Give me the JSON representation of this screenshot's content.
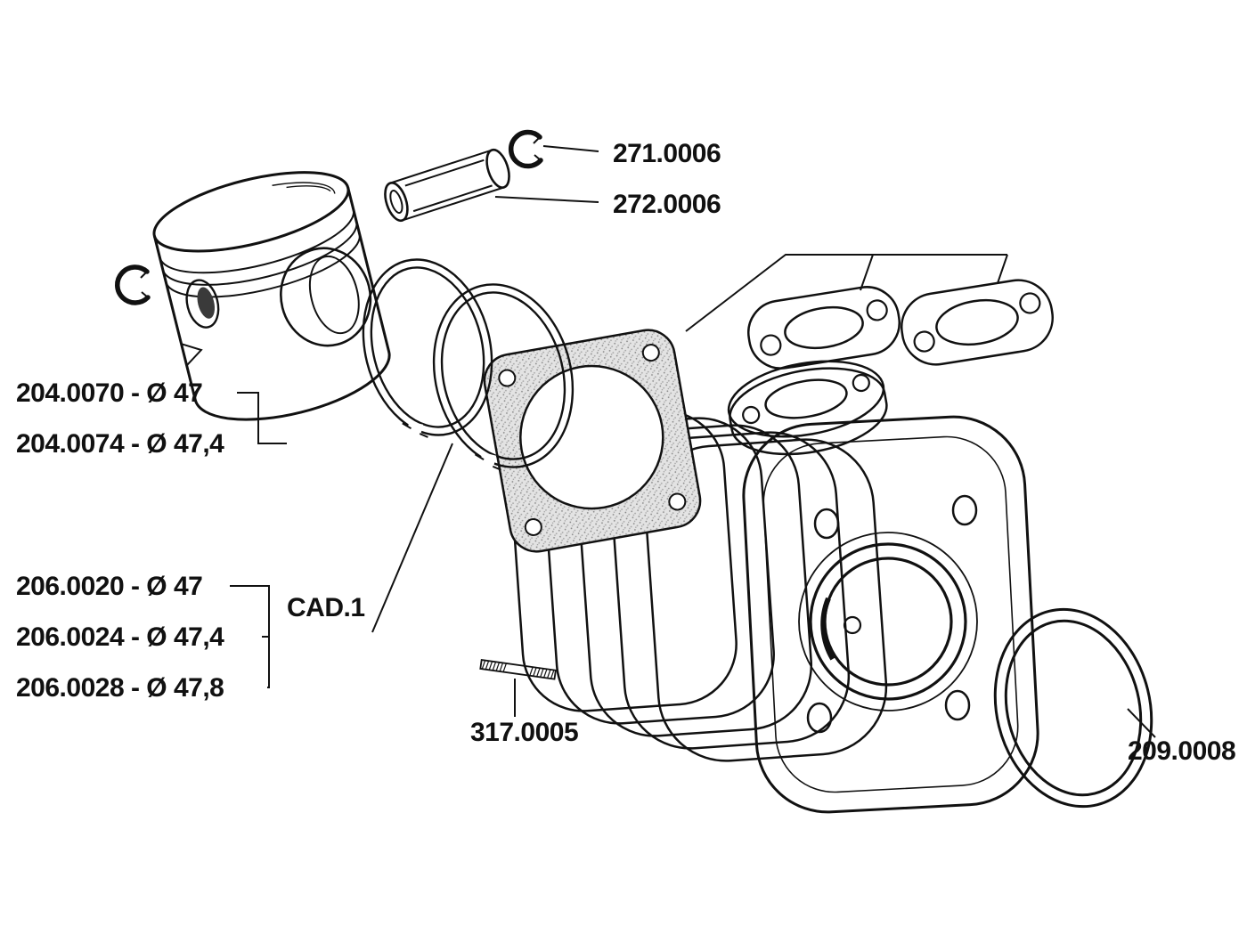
{
  "colors": {
    "line": "#111111",
    "background": "#ffffff",
    "gasket_fill": "#d9d9d9"
  },
  "labels": {
    "part_271": "271.0006",
    "part_272": "272.0006",
    "part_204_a": "204.0070 - Ø 47",
    "part_204_b": "204.0074 - Ø 47,4",
    "part_206_a": "206.0020 - Ø 47",
    "part_206_b": "206.0024 - Ø 47,4",
    "part_206_c": "206.0028 - Ø 47,8",
    "cad": "CAD.1",
    "part_317": "317.0005",
    "part_209": "209.0008"
  }
}
